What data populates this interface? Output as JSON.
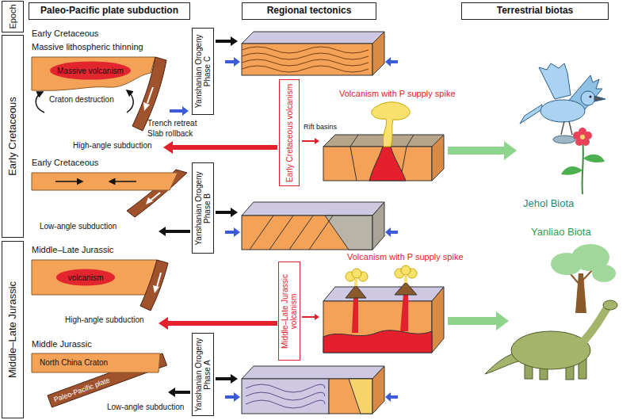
{
  "diagram": {
    "nodes": [
      {
        "text": [
          "Epoch"
        ]
      },
      {
        "text": [
          "Paleo-Pacific plate subduction"
        ]
      },
      {
        "text": [
          "Regional tectonics"
        ]
      },
      {
        "text": [
          "Terrestrial biotas"
        ]
      },
      {
        "text": [
          "Early Cretaceous"
        ]
      },
      {
        "text": [
          "Middle–Late Jurassic"
        ]
      },
      {
        "text": [
          "Massive volcanism"
        ]
      },
      {
        "text": [
          "Yanshanian Orogeny Phase C"
        ]
      },
      {
        "text": [
          "Early Cretaceous volcanism"
        ]
      },
      {
        "text": [
          "Yanshanian Orogeny Phase B"
        ]
      },
      {
        "text": [
          "volcanism"
        ]
      },
      {
        "text": [
          "Middle–Late Jurassic volcanism"
        ]
      },
      {
        "text": [
          "Yanshanian Orogeny Phase A"
        ]
      }
    ],
    "labels": [
      "Early Cretaceous",
      "Massive lithospheric thinning",
      "Craton destruction",
      "Trench retreat",
      "Slab rollback",
      "High-angle subduction",
      "Early Cretaceous",
      "Low-angle subduction",
      "Middle–Late Jurassic",
      "High-angle subduction",
      "Middle Jurassic",
      "North China Craton",
      "Paleo-Pacific plate",
      "Low-angle subduction",
      "Volcanism with P supply spike",
      "Rift basins",
      "Jehol Biota",
      "Volcanism with P supply spike",
      "Yanliao Biota"
    ]
  }
}
